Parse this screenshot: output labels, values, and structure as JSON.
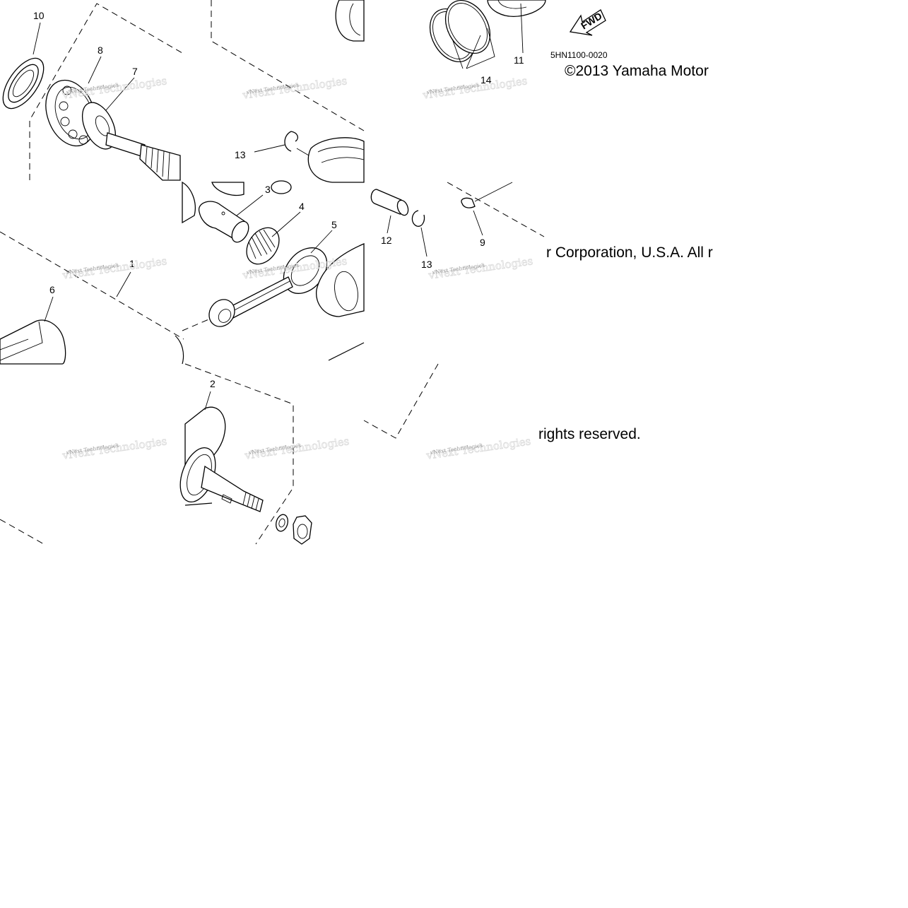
{
  "diagram": {
    "callouts": [
      {
        "label": "10"
      },
      {
        "label": "8"
      },
      {
        "label": "7"
      },
      {
        "label": "13"
      },
      {
        "label": "3"
      },
      {
        "label": "4"
      },
      {
        "label": "5"
      },
      {
        "label": "12"
      },
      {
        "label": "13"
      },
      {
        "label": "9"
      },
      {
        "label": "1"
      },
      {
        "label": "6"
      },
      {
        "label": "2"
      },
      {
        "label": "11"
      },
      {
        "label": "14"
      }
    ],
    "part_number": "5HN1100-0020",
    "copyright_lines": [
      "©2013 Yamaha Motor",
      "r Corporation, U.S.A. All r",
      "rights reserved."
    ],
    "fwd_label": "FWD",
    "watermark_text": "vNext Technologies"
  }
}
